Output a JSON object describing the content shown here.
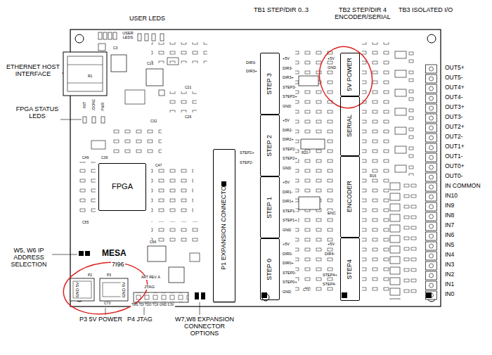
{
  "diagram": {
    "nodes": [
      {
        "text": [
          "STEP 3"
        ]
      },
      {
        "text": [
          "STEP 2"
        ]
      },
      {
        "text": [
          "STEP 1"
        ]
      },
      {
        "text": [
          "STEP 0"
        ]
      },
      {
        "text": [
          "5V POWER"
        ]
      },
      {
        "text": [
          "SERIAL"
        ]
      },
      {
        "text": [
          "ENCODER"
        ]
      },
      {
        "text": [
          "STEP4"
        ]
      },
      {
        "text": [
          "P1 EXPANSION CONNECTOR"
        ]
      },
      {
        "text": [
          "FPGA"
        ]
      }
    ],
    "labels": [
      "USER LEDS",
      "TB1 STEP/DIR 0..3",
      "TB2 STEP/DIR 4 ENCODER/SERIAL",
      "TB3 ISOLATED I/O",
      "ETHERNET HOST INTERFACE",
      "FPGA STATUS LEDS",
      "W5, W6 IP ADDRESS SELECTION",
      "P3 5V POWER",
      "P4 JTAG",
      "W7,W8 EXPANSION CONNECTOR OPTIONS",
      "OUT5+",
      "OUT5-",
      "OUT4+",
      "OUT4-",
      "OUT3+",
      "OUT3-",
      "OUT2+",
      "OUT2-",
      "OUT1+",
      "OUT1-",
      "OUT0+",
      "OUT0-",
      "IN COMMON",
      "IN10",
      "IN9",
      "IN8",
      "IN7",
      "IN6",
      "IN5",
      "IN4",
      "IN3",
      "IN2",
      "IN1",
      "IN0",
      "+5V",
      "DIR3-",
      "DIR3+",
      "STEP3-",
      "STEP3+",
      "GND",
      "+5V",
      "DIR2-",
      "DIR2+",
      "STEP2-",
      "STEP2+",
      "GND",
      "+5V",
      "DIR1-",
      "DIR1+",
      "STEP1-",
      "STEP1+",
      "GND",
      "+5V",
      "DIR0-",
      "DIR0+",
      "STEP0-",
      "STEP0+",
      "GND",
      "+5V",
      "GND",
      "ENC",
      "+5V",
      "DIR4-",
      "STEP4+",
      "STEP4-",
      "DIR3-",
      "DIR3+",
      "STEP2+",
      "STEP2-",
      "USER LEDS",
      "INIT",
      "/DONE",
      "PWR",
      "MESA",
      "7I96",
      "P2",
      "P3",
      "GND 5V",
      "GND 5V",
      "ART REV. A",
      "JTAG",
      "TMS TDI TDO TCK GND 3.3V",
      "R1",
      "C3",
      "C16",
      "C21",
      "C26",
      "C32",
      "C39",
      "C47",
      "C49",
      "C55",
      "C66",
      "C73",
      "R20",
      "R16",
      "C70"
    ]
  }
}
